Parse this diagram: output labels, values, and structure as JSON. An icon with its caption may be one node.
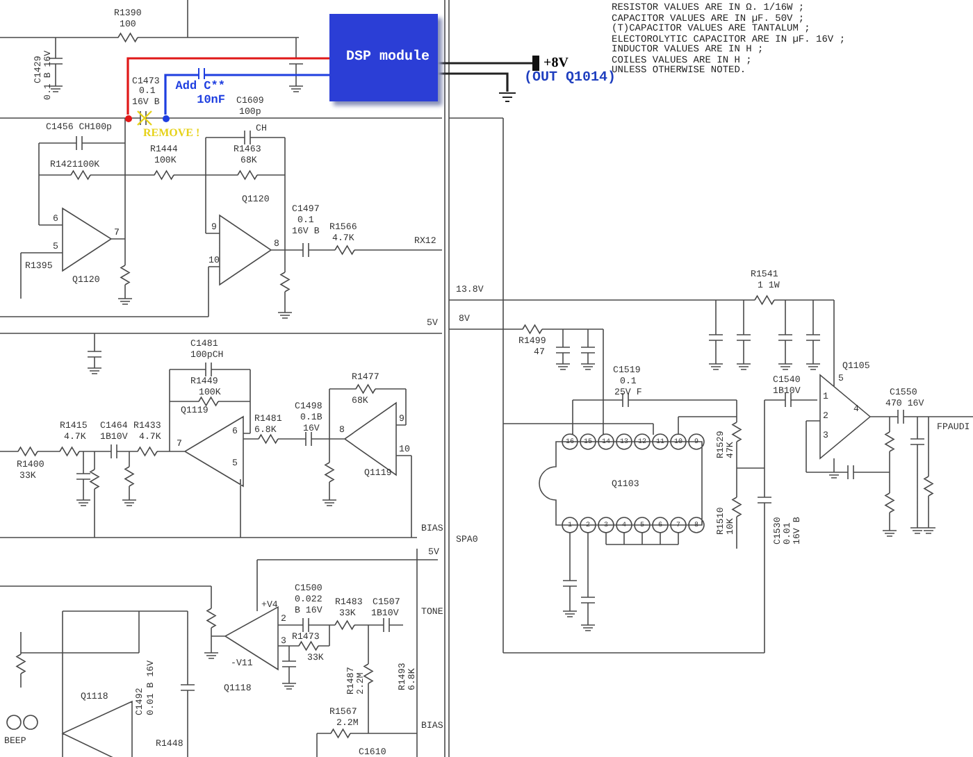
{
  "diagram": {
    "nodes": [
      {
        "text": [
          "DSP module"
        ]
      },
      {
        "text": [],
        "shape": "circle"
      },
      {
        "text": [],
        "shape": "circle"
      },
      {
        "text": [
          "+8V"
        ],
        "beside": [
          "(OUT Q1014)"
        ]
      },
      {
        "text": [],
        "shape": "ground"
      }
    ],
    "edges": [
      {
        "from": 0,
        "to": 1,
        "arrow": "none",
        "color": "#e01818"
      },
      {
        "from": 0,
        "to": 2,
        "arrow": "none",
        "color": "#1f3fe0",
        "label": "Add C** 10nF"
      },
      {
        "from": 0,
        "to": 3,
        "arrow": "none"
      },
      {
        "from": 0,
        "to": 4,
        "arrow": "none"
      }
    ],
    "labels": [
      "RESISTOR VALUES ARE IN Ω. 1/16W ;",
      "CAPACITOR VALUES ARE IN µF. 50V ;",
      "(T)CAPACITOR VALUES ARE TANTALUM ;",
      "ELECTOROLYTIC CAPACITOR ARE IN µF. 16V ;",
      "INDUCTOR VALUES ARE IN H ;",
      "COILES VALUES ARE IN H ;",
      "UNLESS OTHERWISE NOTED.",
      "R1390",
      "100",
      "C1429",
      "0.1 B 16V",
      "C1473",
      "0.1",
      "16V B",
      "REMOVE !",
      "C1609",
      "100p",
      "CH",
      "C1456 CH100p",
      "R1421100K",
      "R1444",
      "100K",
      "R1463",
      "68K",
      "Q1120",
      "C1497",
      "0.1",
      "16V B",
      "R1566",
      "4.7K",
      "RX12",
      "R1395",
      "Q1120",
      "13.8V",
      "8V",
      "5V",
      "C1481",
      "100pCH",
      "R1449",
      "100K",
      "Q1119",
      "R1415",
      "4.7K",
      "C1464",
      "1B10V",
      "R1433",
      "4.7K",
      "R1400",
      "33K",
      "R1481",
      "6.8K",
      "C1498",
      "0.1B",
      "16V",
      "R1477",
      "68K",
      "Q1119",
      "BIAS",
      "SPA0",
      "5V",
      "C1500",
      "0.022",
      "B 16V",
      "R1483",
      "33K",
      "C1507",
      "1B10V",
      "TONE",
      "R1473",
      "33K",
      "Q1118",
      "Q1118",
      "BEEP",
      "R1448",
      "R1567",
      "2.2M",
      "BIAS",
      "C1610",
      "R1541",
      "1 1W",
      "R1499",
      "47",
      "C1519",
      "0.1",
      "25V F",
      "C1540",
      "1B10V",
      "Q1105",
      "C1550",
      "470 16V",
      "FPAUDI",
      "Q1103",
      "16",
      "15",
      "14",
      "13",
      "12",
      "11",
      "10",
      "9",
      "1",
      "2",
      "3",
      "4",
      "5",
      "6",
      "7",
      "8",
      "6",
      "5",
      "7",
      "9",
      "10",
      "8",
      "7",
      "6",
      "5",
      "8",
      "9",
      "10",
      "+V4",
      "-V11",
      "2",
      "3",
      "1",
      "2",
      "3",
      "4",
      "5",
      "C1492",
      "0.01 B 16V",
      "R1487",
      "2.2M",
      "R1493",
      "6.8K",
      "R1529",
      "47K",
      "R1510",
      "10K",
      "C1530",
      "0.01",
      "16V B"
    ]
  }
}
